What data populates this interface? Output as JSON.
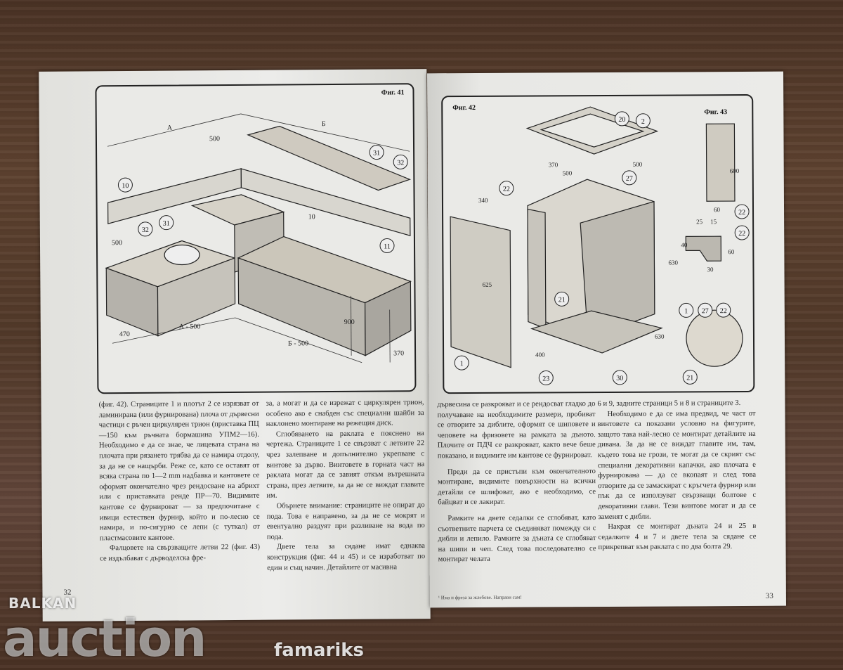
{
  "left_page": {
    "figure_label": "Фиг. 41",
    "figure_callouts": [
      "10",
      "31",
      "32",
      "32",
      "31",
      "11"
    ],
    "figure_dims": [
      "А",
      "Б",
      "500",
      "500",
      "10",
      "470",
      "А - 500",
      "Б - 500",
      "900",
      "370"
    ],
    "columns": [
      [
        "(фиг. 42). Страниците 1 и плотът 2 се изрязват от ламинирана (или фурнирована) плоча от дървесни частици с ръчен циркулярен трион (приставка ПЦ—150 към ръчната бормашина УПМ2—16). Необходимо е да се знае, че лицевата страна на плочата при рязането трябва да се намира отдолу, за да не се нащърби. Реже се, като се оставят от всяка страна по 1—2 mm надбавка и кантовете се оформят окончателно чрез рендосване на абрихт или с приставката ренде ПР—70. Видимите кантове се фурнироват — за предпочитане с ивици естествен фурнир, който и по-лесно се намира, и по-сигурно се лепи (с туткал) от пластмасовите кантове.",
        "Фалцовете на свързващите летви 22 (фиг. 43) се издълбават с дърводелска фре-"
      ],
      [
        "за, а могат и да се изрежат с циркулярен трион, особено ако е снабден със специални шайби за наклонено монтиране на режещия диск.",
        "Сглобяването на раклата е пояснено на чертежа. Страниците 1 се свързват с летвите 22 чрез залепване и допълнително укрепване с винтове за дърво. Винтовете в горната част на раклата могат да се завият откъм вътрешната страна, през летвите, за да не се виждат главите им.",
        "Обърнете внимание: страниците не опират до пода. Това е направено, за да не се мокрят и евентуално раздуят при разливане на вода по пода.",
        "Двете тела за сядане имат еднаква конструкция (фиг. 44 и 45) и се изработват по един и същ начин. Детайлите от масивна"
      ]
    ],
    "page_number": "32"
  },
  "right_page": {
    "figure_label_42": "Фиг. 42",
    "figure_label_43": "Фиг. 43",
    "figure_callouts": [
      "20",
      "2",
      "22",
      "27",
      "22",
      "21",
      "23",
      "30",
      "1",
      "1",
      "27",
      "22",
      "21",
      "22"
    ],
    "figure_dims": [
      "370",
      "500",
      "500",
      "340",
      "625",
      "630",
      "600",
      "400",
      "40",
      "60",
      "25",
      "15",
      "30",
      "60",
      "630"
    ],
    "columns": [
      [
        "дървесина се разкрояват и се рендосват гладко до получаване на необходимите размери, пробиват се отворите за диблите, оформят се шиповете и чеповете на фризовете на рамката за дъното. Плочите от ПДЧ се разкрояват, както вече беше показано, и видимите им кантове се фурнироват.",
        "Преди да се пристъпи към окончателното монтиране, видимите повърхности на всички детайли се шлифоват, ако е необходимо, се байцват и се лакират.",
        "Рамките на двете седалки се сглобяват, като съответните парчета се съединяват помежду си с дибли и лепило. Рамките за дъната се сглобяват на шипи и чеп. След това последователно се монтират челата"
      ],
      [
        "6 и 9, задните страници 5 и 8 и страниците 3.",
        "Необходимо е да се има предвид, че част от винтовете са показани условно на фигурите, защото така най-лесно се монтират детайлите на дивана. За да не се виждат главите им, там, където това не грози, те могат да се скрият със специални декоративни капачки, ако плочата е фурнирована — да се вкопаят и след това отворите да се замаскират с кръгчета фурнир или пък да се използуват свързващи болтове с декоративни глави. Тези винтове могат и да се заменят с дибли.",
        "Накрая се монтират дъната 24 и 25 в седалките 4 и 7 и двете тела за сядане се прикрепват към раклата с по два болта 29."
      ]
    ],
    "footnote": "¹ Има и фреза за жлебове. Направи сам!",
    "page_number": "33"
  },
  "watermark": {
    "line1": "BALKAN",
    "line2": "auction",
    "line3": "famariks"
  },
  "colors": {
    "table": "#553b2b",
    "paper": "#e6e6e2",
    "ink": "#222222",
    "watermark": "#ffffff"
  }
}
